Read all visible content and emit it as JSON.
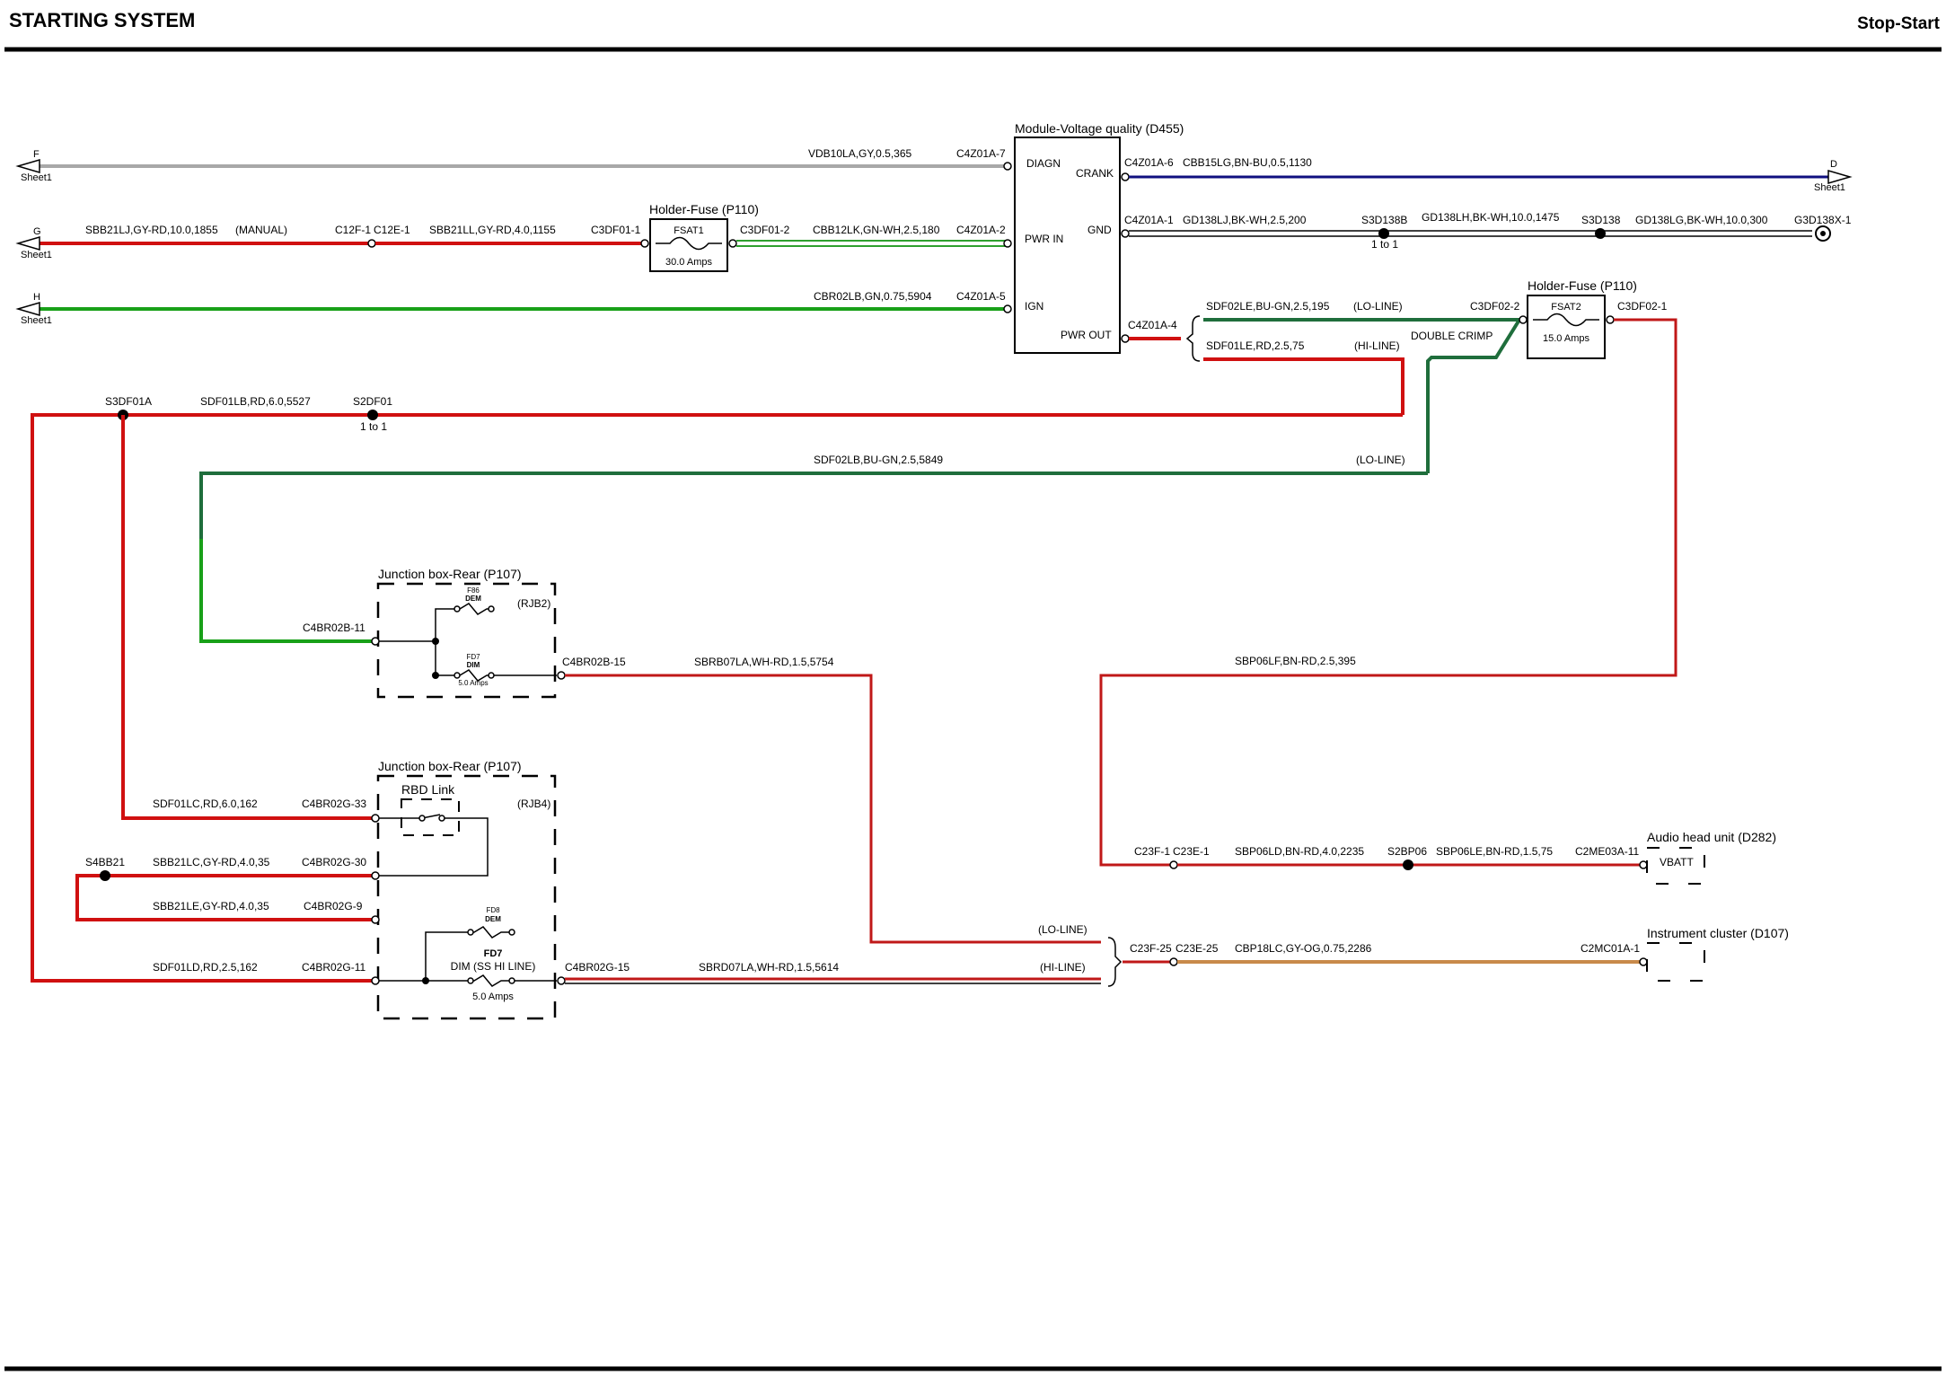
{
  "header": {
    "title": "STARTING SYSTEM",
    "system": "Stop-Start"
  },
  "offsheet": {
    "F": "F",
    "G": "G",
    "H": "H",
    "D": "D",
    "sheet": "Sheet1"
  },
  "modules": {
    "voltage_quality": {
      "title": "Module-Voltage quality (D455)",
      "pins": {
        "diagn": "DIAGN",
        "crank": "CRANK",
        "pwr_in": "PWR IN",
        "gnd": "GND",
        "ign": "IGN",
        "pwr_out": "PWR OUT"
      }
    },
    "fuse_holder_1": {
      "title": "Holder-Fuse (P110)",
      "fuse": "FSAT1",
      "rating": "30.0 Amps"
    },
    "fuse_holder_2": {
      "title": "Holder-Fuse (P110)",
      "fuse": "FSAT2",
      "rating": "15.0 Amps"
    },
    "rjb2": {
      "title": "Junction box-Rear (P107)",
      "tag": "(RJB2)",
      "f1": "F86",
      "f1b": "DEM",
      "f2": "FD7",
      "f2b": "DIM",
      "f2r": "5.0 Amps"
    },
    "rjb4": {
      "title": "Junction box-Rear (P107)",
      "tag": "(RJB4)",
      "link": "RBD Link",
      "f1": "FD8",
      "f1b": "DEM",
      "f2": "FD7",
      "f2b": "DIM (SS HI LINE)",
      "f2r": "5.0 Amps"
    },
    "audio": {
      "title": "Audio head unit (D282)",
      "pin": "VBATT"
    },
    "cluster": {
      "title": "Instrument cluster (D107)"
    }
  },
  "connectors": {
    "c4z01a7": "C4Z01A-7",
    "c4z01a2": "C4Z01A-2",
    "c4z01a5": "C4Z01A-5",
    "c4z01a6": "C4Z01A-6",
    "c4z01a1": "C4Z01A-1",
    "c4z01a4": "C4Z01A-4",
    "c12f1": "C12F-1",
    "c12e1": "C12E-1",
    "c3df011": "C3DF01-1",
    "c3df012": "C3DF01-2",
    "c3df022": "C3DF02-2",
    "c3df021": "C3DF02-1",
    "g3d138x1": "G3D138X-1",
    "c4br02b11": "C4BR02B-11",
    "c4br02b15": "C4BR02B-15",
    "c4br02g33": "C4BR02G-33",
    "c4br02g30": "C4BR02G-30",
    "c4br02g9": "C4BR02G-9",
    "c4br02g11": "C4BR02G-11",
    "c4br02g15": "C4BR02G-15",
    "c23f1": "C23F-1",
    "c23e1": "C23E-1",
    "c2me03a11": "C2ME03A-11",
    "c23f25": "C23F-25",
    "c23e25": "C23E-25",
    "c2mc01a1": "C2MC01A-1"
  },
  "splices": {
    "s3d138b": "S3D138B",
    "s3d138": "S3D138",
    "s3df01a": "S3DF01A",
    "s2df01": "S2DF01",
    "s4bb21": "S4BB21",
    "s2bp06": "S2BP06",
    "one_to_one": "1 to 1"
  },
  "wires": {
    "vdb10la": "VDB10LA,GY,0.5,365",
    "sbb21lj": "SBB21LJ,GY-RD,10.0,1855",
    "manual": "(MANUAL)",
    "sbb21ll": "SBB21LL,GY-RD,4.0,1155",
    "cbb12lk": "CBB12LK,GN-WH,2.5,180",
    "cbr02lb": "CBR02LB,GN,0.75,5904",
    "cbb15lg": "CBB15LG,BN-BU,0.5,1130",
    "gd138lj": "GD138LJ,BK-WH,2.5,200",
    "gd138lh": "GD138LH,BK-WH,10.0,1475",
    "gd138lg": "GD138LG,BK-WH,10.0,300",
    "sdf02le": "SDF02LE,BU-GN,2.5,195",
    "lo_line": "(LO-LINE)",
    "sdf01le": "SDF01LE,RD,2.5,75",
    "hi_line": "(HI-LINE)",
    "double_crimp": "DOUBLE CRIMP",
    "sdf01lb": "SDF01LB,RD,6.0,5527",
    "sdf02lb": "SDF02LB,BU-GN,2.5,5849",
    "sbrb07la": "SBRB07LA,WH-RD,1.5,5754",
    "sbp06lf": "SBP06LF,BN-RD,2.5,395",
    "sdf01lc": "SDF01LC,RD,6.0,162",
    "sbb21lc": "SBB21LC,GY-RD,4.0,35",
    "sbb21le": "SBB21LE,GY-RD,4.0,35",
    "sdf01ld": "SDF01LD,RD,2.5,162",
    "sbrd07la": "SBRD07LA,WH-RD,1.5,5614",
    "sbp06ld": "SBP06LD,BN-RD,4.0,2235",
    "sbp06le": "SBP06LE,BN-RD,1.5,75",
    "cbp18lc": "CBP18LC,GY-OG,0.75,2286"
  },
  "colors": {
    "red": "#d01010",
    "green": "#18a018",
    "blue_green": "#1f6e3c",
    "grey": "#a8a8a8",
    "blue": "#101080",
    "orange": "#c88a4a"
  }
}
